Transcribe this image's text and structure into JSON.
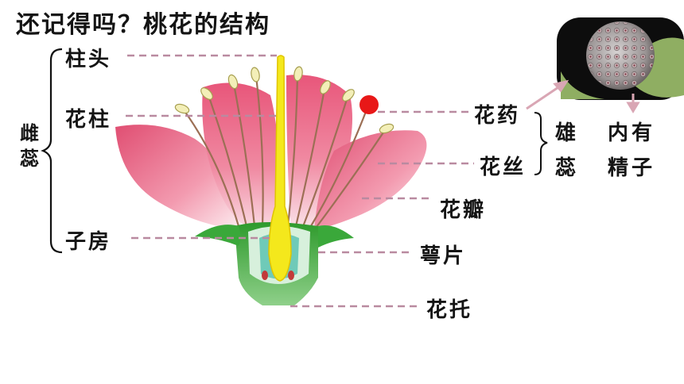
{
  "title": "还记得吗？桃花的结构",
  "labels": {
    "stigma": "柱头",
    "style": "花柱",
    "ovary": "子房",
    "pistil": "雌蕊",
    "anther": "花药",
    "filament": "花丝",
    "petal": "花瓣",
    "sepal": "萼片",
    "receptacle": "花托",
    "stamen": "雄蕊",
    "contains_sperm": "内有精子"
  },
  "colors": {
    "leader_line": "#b98aa0",
    "petal": "#ee7a92",
    "sepal": "#3fae3c",
    "pistil": "#f4e81c",
    "anther_highlight": "#e81818",
    "arrow": "#d9a6b4"
  }
}
